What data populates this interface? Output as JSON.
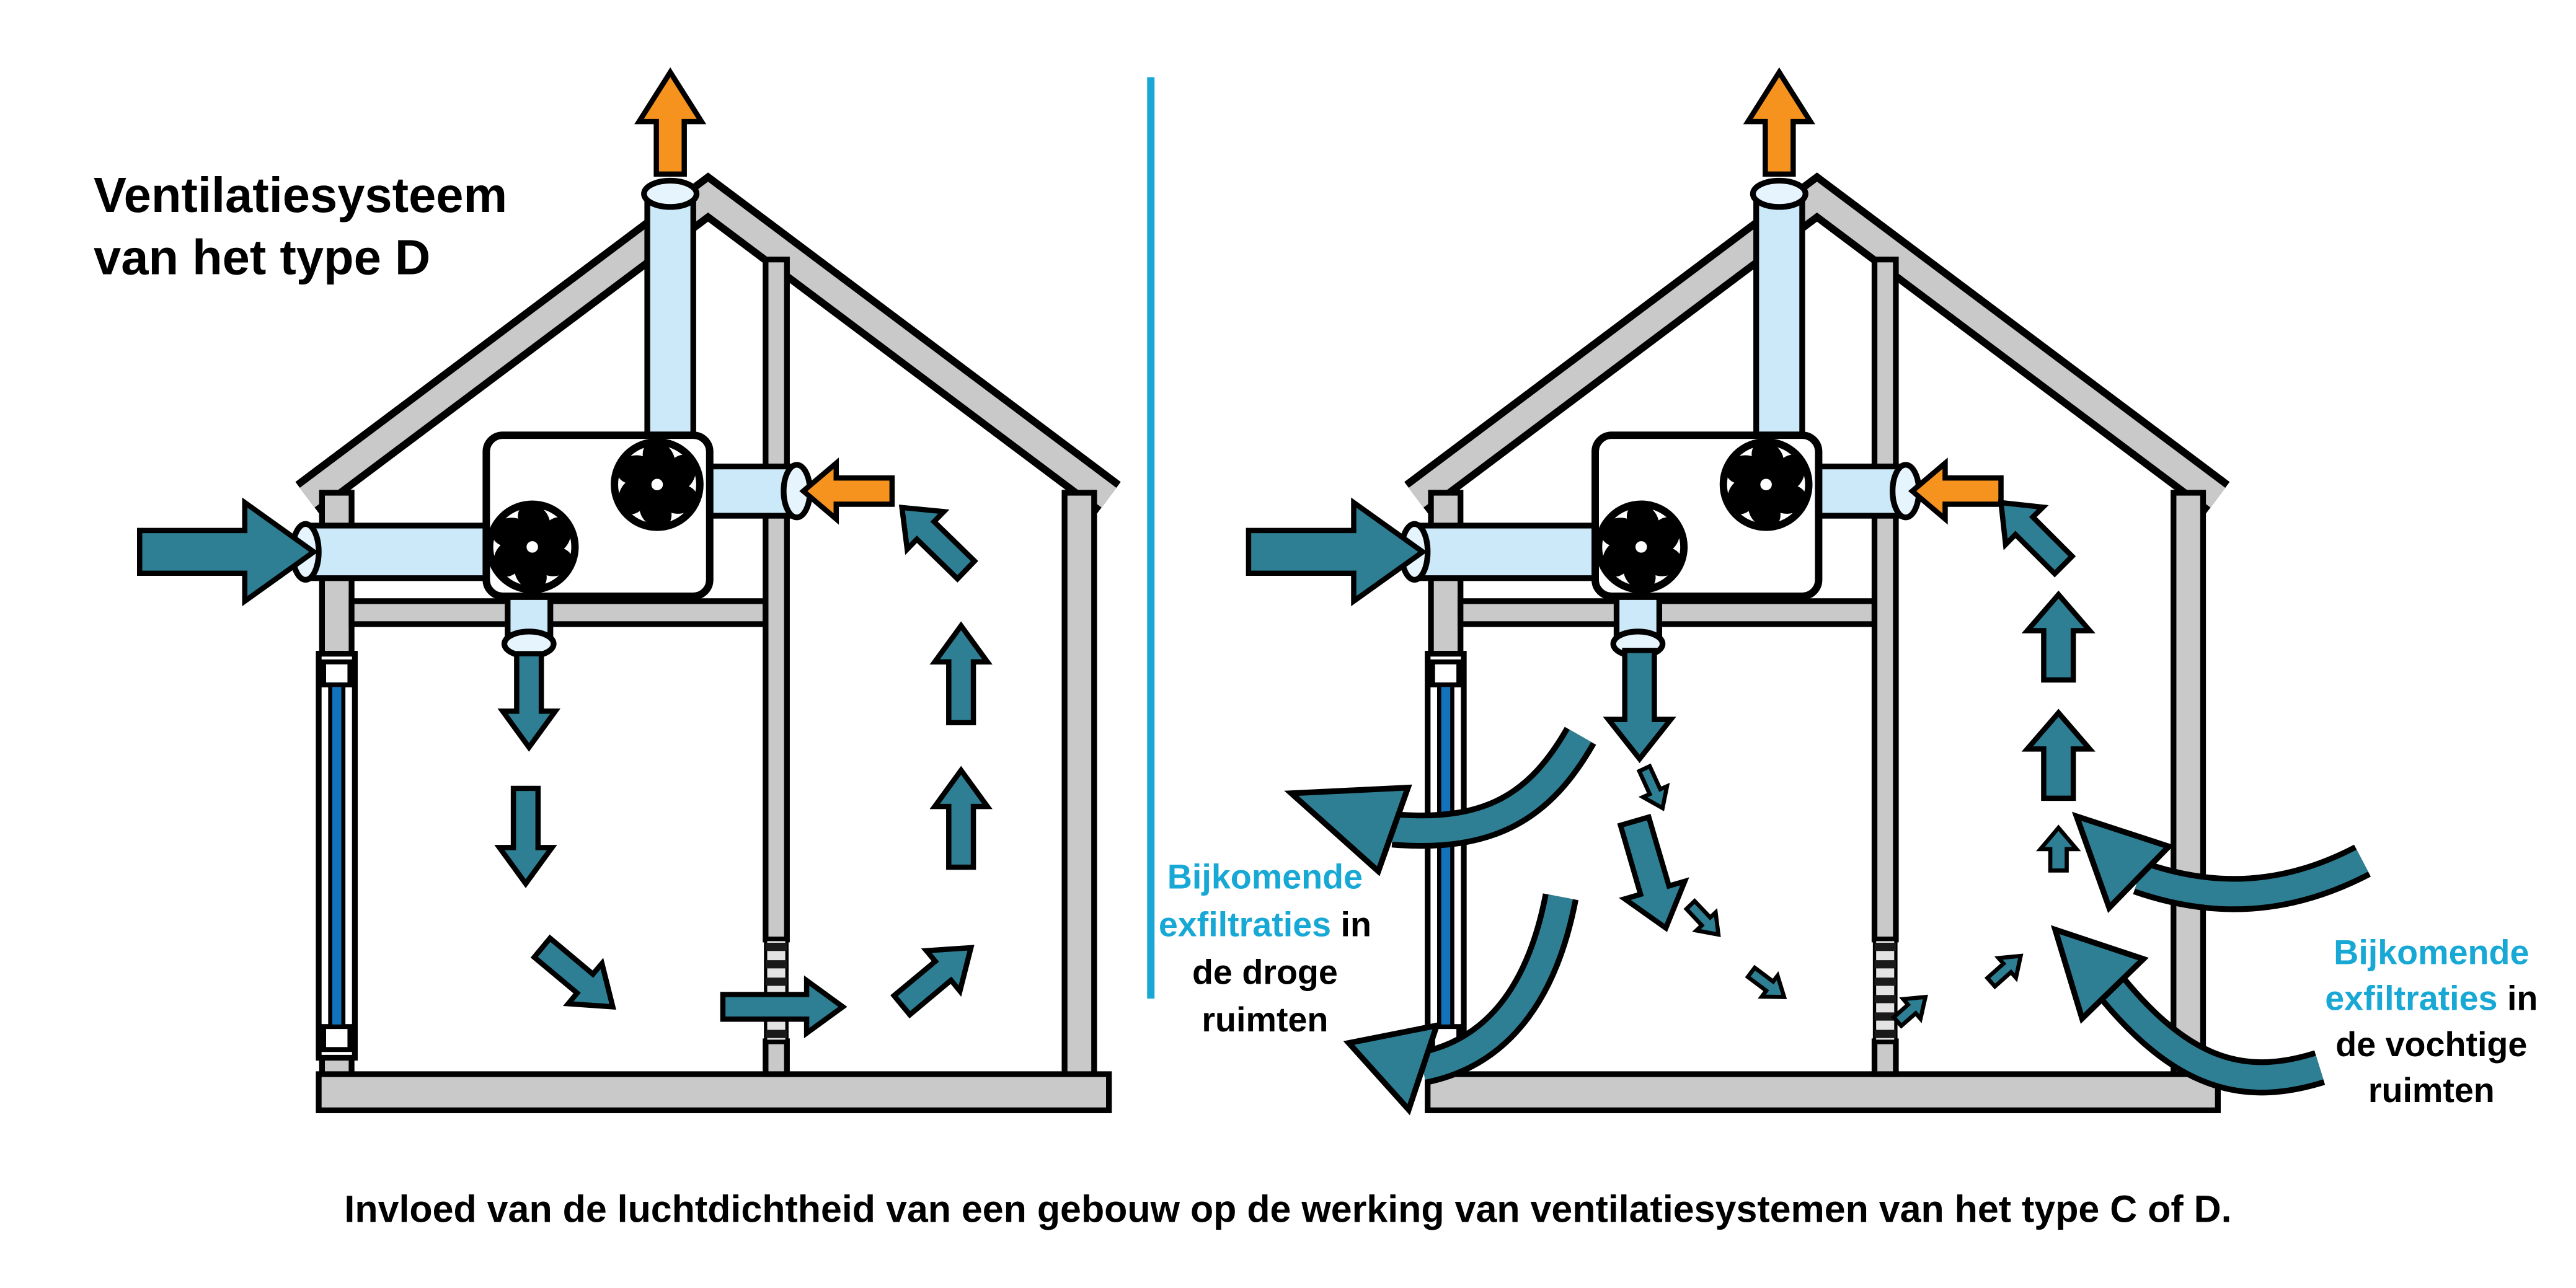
{
  "title": {
    "line1": "Ventilatiesysteem",
    "line2": "van het type D"
  },
  "annotations": {
    "dry_rooms": {
      "line1_accent": "Bijkomende",
      "line2_accent": "exfiltraties",
      "line2_rest": " in",
      "line3": "de droge",
      "line4": "ruimten"
    },
    "humid_rooms": {
      "line1_accent": "Bijkomende",
      "line2_accent": "exfiltraties",
      "line2_rest": " in",
      "line3": "de vochtige",
      "line4": "ruimten"
    }
  },
  "caption": "Invloed van de luchtdichtheid van een gebouw op de werking van ventilatiesystemen van het type C of D.",
  "colors": {
    "teal": "#2E7E94",
    "orange": "#F6921E",
    "duct_blue": "#CBE9F9",
    "duct_light": "#E6F5FD",
    "wall_gray": "#C9C9C9",
    "window_blue": "#1272BB",
    "cyan": "#18A8D5",
    "ink": "#000000"
  },
  "icons": {
    "fan-icon": "ventilation fan rotor (black pinwheel in circle)",
    "outdoor-air-arrow": "large teal arrow, fresh air entering unit",
    "exhaust-air-arrow": "orange arrow, stale air blown out of roof duct",
    "extract-air-arrow": "orange arrow, air extracted from humid room into duct",
    "airflow-arrow": "teal arrow, indoor air movement",
    "exfiltration-arrow": "curved teal arrow, air leaking through envelope",
    "transfer-grille": "slatted grille in internal wall"
  }
}
